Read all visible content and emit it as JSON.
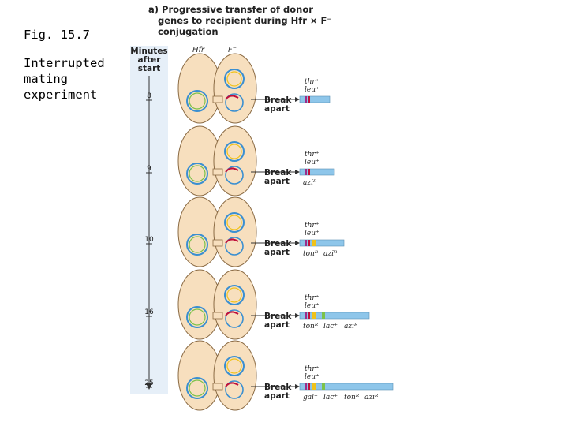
{
  "caption": {
    "fig_number": "Fig. 15.7",
    "title": "Interrupted mating experiment"
  },
  "figure": {
    "heading": [
      "a) Progressive transfer of donor",
      "genes to recipient during Hfr × F⁻",
      "conjugation"
    ],
    "timeline_header": [
      "Minutes",
      "after",
      "start"
    ],
    "cell_labels": [
      "Hfr",
      "F⁻"
    ],
    "break_label": [
      "Break",
      "apart"
    ],
    "stages": [
      {
        "minute": "8",
        "fragment_labels": [
          "thr⁺",
          "leu⁺"
        ],
        "extra_labels": []
      },
      {
        "minute": "9",
        "fragment_labels": [
          "thr⁺",
          "leu⁺"
        ],
        "extra_labels": [
          "aziᴿ"
        ]
      },
      {
        "minute": "10",
        "fragment_labels": [
          "thr⁺",
          "leu⁺"
        ],
        "extra_labels": [
          "tonᴿ",
          "aziᴿ"
        ]
      },
      {
        "minute": "16",
        "fragment_labels": [
          "thr⁺",
          "leu⁺"
        ],
        "extra_labels": [
          "tonᴿ",
          "lac⁺",
          "aziᴿ"
        ]
      },
      {
        "minute": "25",
        "fragment_labels": [
          "thr⁺",
          "leu⁺"
        ],
        "extra_labels": [
          "gal⁺",
          "lac⁺",
          "tonᴿ",
          "aziᴿ"
        ]
      }
    ]
  }
}
